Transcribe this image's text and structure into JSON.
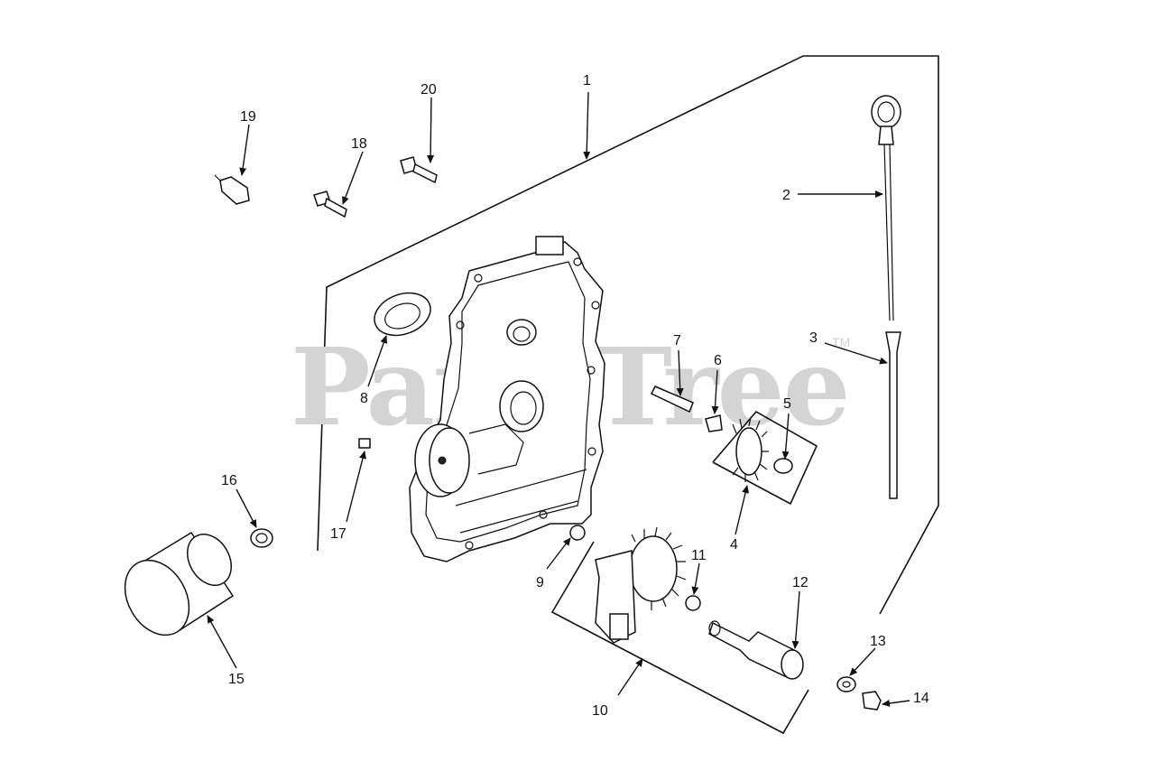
{
  "watermark": {
    "text": "PartsTree",
    "trademark": "TM"
  },
  "callouts": [
    {
      "id": "1",
      "label": "1"
    },
    {
      "id": "2",
      "label": "2"
    },
    {
      "id": "3",
      "label": "3"
    },
    {
      "id": "4",
      "label": "4"
    },
    {
      "id": "5",
      "label": "5"
    },
    {
      "id": "6",
      "label": "6"
    },
    {
      "id": "7",
      "label": "7"
    },
    {
      "id": "8",
      "label": "8"
    },
    {
      "id": "9",
      "label": "9"
    },
    {
      "id": "10",
      "label": "10"
    },
    {
      "id": "11",
      "label": "11"
    },
    {
      "id": "12",
      "label": "12"
    },
    {
      "id": "13",
      "label": "13"
    },
    {
      "id": "14",
      "label": "14"
    },
    {
      "id": "15",
      "label": "15"
    },
    {
      "id": "16",
      "label": "16"
    },
    {
      "id": "17",
      "label": "17"
    },
    {
      "id": "18",
      "label": "18"
    },
    {
      "id": "19",
      "label": "19"
    },
    {
      "id": "20",
      "label": "20"
    }
  ]
}
